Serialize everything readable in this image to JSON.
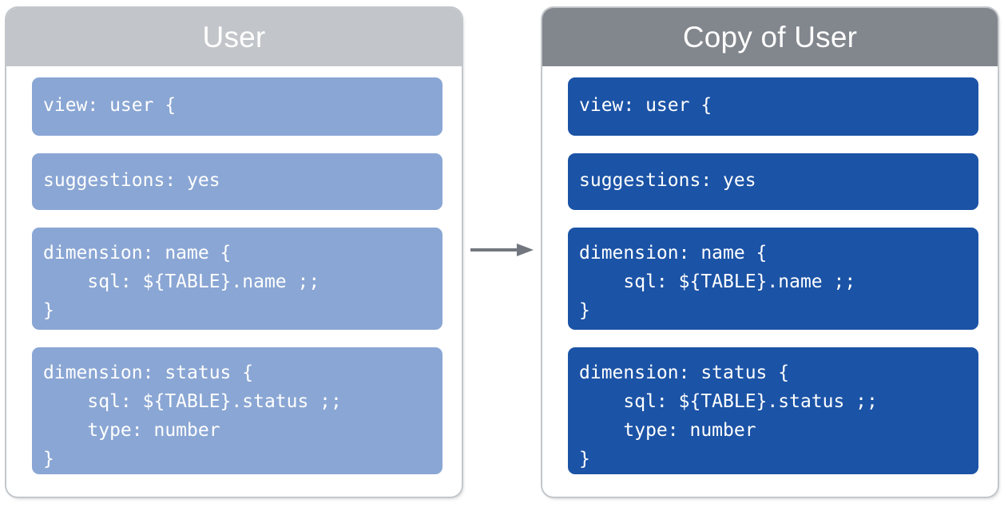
{
  "diagram": {
    "type": "before-after-copy",
    "arrow": {
      "name": "right-arrow",
      "direction": "right",
      "color": "#72777f"
    },
    "colors": {
      "header_light_gray": "#c2c5c9",
      "header_dark_gray": "#82868d",
      "block_light_blue": "#8aa6d4",
      "block_dark_blue": "#1b53a6",
      "panel_border": "#c3c7cb",
      "text_white": "#ffffff"
    }
  },
  "panels": [
    {
      "id": "source",
      "title": "User",
      "header_color": "#c2c5c9",
      "block_color": "#8aa6d4",
      "blocks": [
        {
          "name": "view-declaration",
          "code": "view: user {"
        },
        {
          "name": "suggestions-parameter",
          "code": "suggestions: yes"
        },
        {
          "name": "dimension-name",
          "code": "dimension: name {\n    sql: ${TABLE}.name ;;\n}"
        },
        {
          "name": "dimension-status",
          "code": "dimension: status {\n    sql: ${TABLE}.status ;;\n    type: number\n}"
        }
      ]
    },
    {
      "id": "copy",
      "title": "Copy of User",
      "header_color": "#82868d",
      "block_color": "#1b53a6",
      "blocks": [
        {
          "name": "view-declaration",
          "code": "view: user {"
        },
        {
          "name": "suggestions-parameter",
          "code": "suggestions: yes"
        },
        {
          "name": "dimension-name",
          "code": "dimension: name {\n    sql: ${TABLE}.name ;;\n}"
        },
        {
          "name": "dimension-status",
          "code": "dimension: status {\n    sql: ${TABLE}.status ;;\n    type: number\n}"
        }
      ]
    }
  ]
}
